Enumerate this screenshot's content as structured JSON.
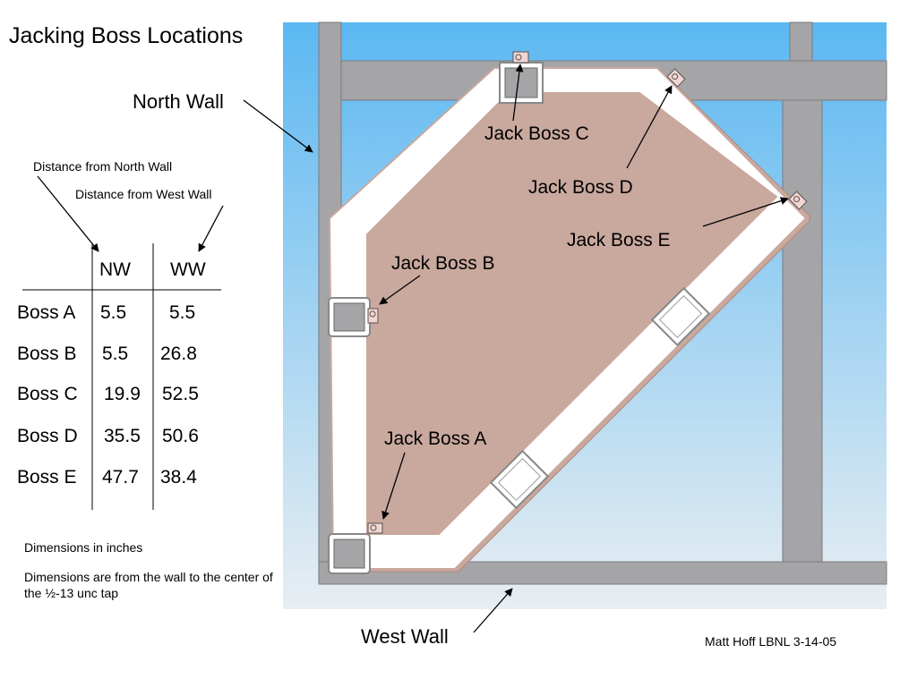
{
  "title": "Jacking Boss Locations",
  "labels": {
    "north_wall": "North Wall",
    "west_wall": "West Wall",
    "dist_north": "Distance from North Wall",
    "dist_west": "Distance from West Wall"
  },
  "table": {
    "headers": [
      "NW",
      "WW"
    ],
    "rows": [
      {
        "name": "Boss A",
        "nw": "5.5",
        "ww": "5.5"
      },
      {
        "name": "Boss B",
        "nw": "5.5",
        "ww": "26.8"
      },
      {
        "name": "Boss C",
        "nw": "19.9",
        "ww": "52.5"
      },
      {
        "name": "Boss D",
        "nw": "35.5",
        "ww": "50.6"
      },
      {
        "name": "Boss E",
        "nw": "47.7",
        "ww": "38.4"
      }
    ]
  },
  "callouts": {
    "a": "Jack Boss A",
    "b": "Jack Boss B",
    "c": "Jack Boss C",
    "d": "Jack Boss D",
    "e": "Jack Boss E"
  },
  "notes": {
    "units": "Dimensions in inches",
    "reference": "Dimensions are from the wall to the center of the ½-13 unc tap"
  },
  "credit": "Matt Hoff LBNL 3-14-05",
  "colors": {
    "sky_top": "#5cb8f2",
    "sky_bottom": "#e8eef2",
    "beam": "#a5a5a8",
    "frame_fill": "#ffffff",
    "frame_edge": "#c9a89e",
    "boss_fill": "#f2d4d0"
  }
}
